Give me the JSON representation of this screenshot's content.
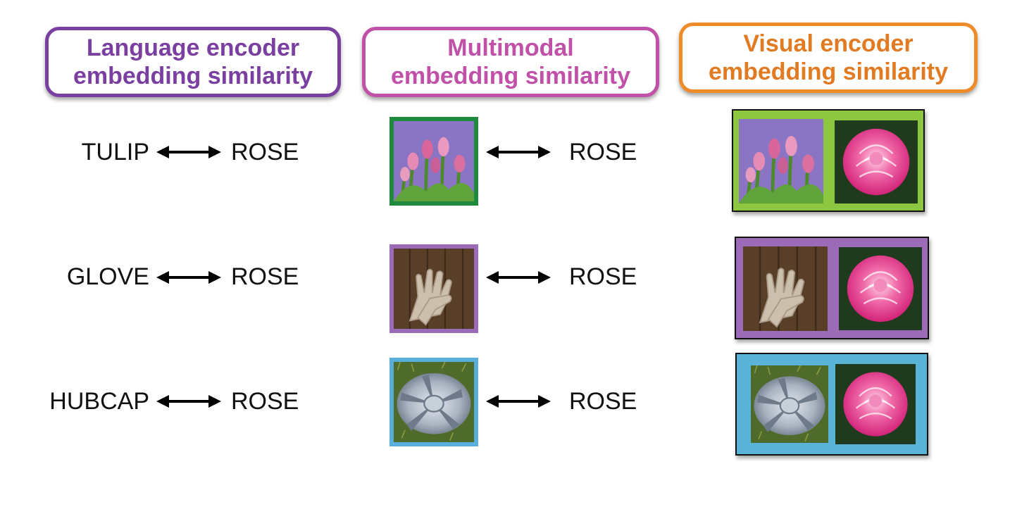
{
  "headers": {
    "language": {
      "line1": "Language encoder",
      "line2": "embedding similarity"
    },
    "multimodal": {
      "line1": "Multimodal",
      "line2": "embedding similarity"
    },
    "visual": {
      "line1": "Visual encoder",
      "line2": "embedding similarity"
    }
  },
  "rows": [
    {
      "word": "TULIP",
      "target": "ROSE",
      "image": "tulip-image",
      "color": "#1e8a3c",
      "pair_color": "#8dc63f"
    },
    {
      "word": "GLOVE",
      "target": "ROSE",
      "image": "glove-image",
      "color": "#9b6bb8",
      "pair_color": "#9b6bb8"
    },
    {
      "word": "HUBCAP",
      "target": "ROSE",
      "image": "hubcap-image",
      "color": "#5aaedb",
      "pair_color": "#5ab4d8"
    }
  ],
  "colors": {
    "language": "#7a3fa0",
    "multimodal": "#c050a8",
    "visual": "#ef8c2a"
  }
}
